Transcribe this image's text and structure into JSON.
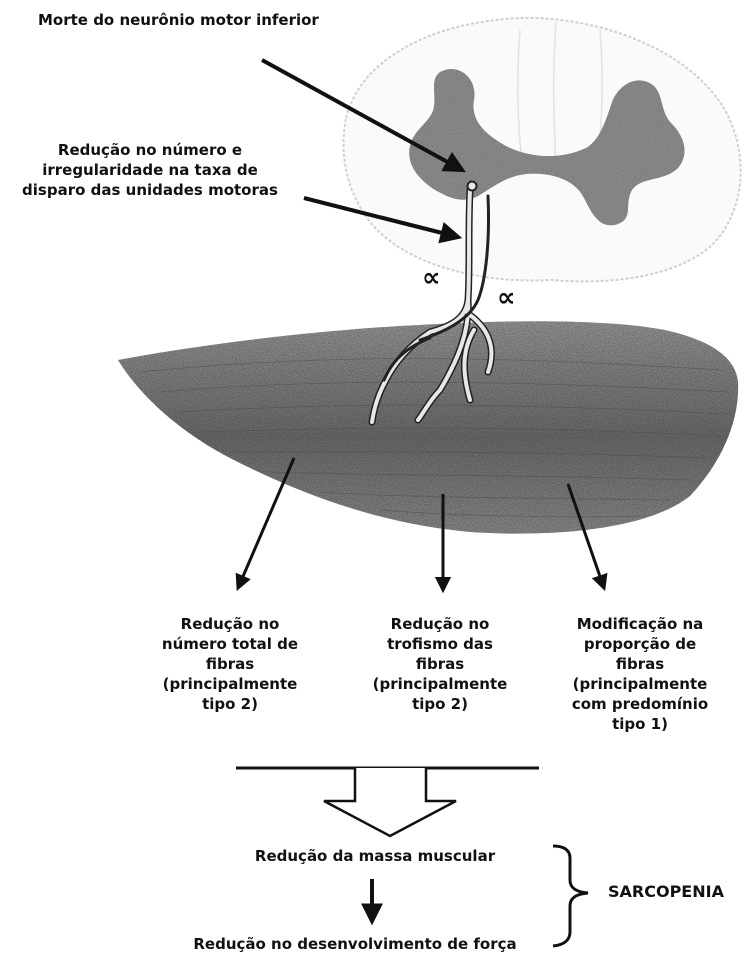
{
  "labels": {
    "motor_neuron_death": "Morte do neurônio motor inferior",
    "motor_units_reduction": [
      "Redução no número e",
      "irregularidade na taxa  de",
      "disparo das unidades motoras"
    ],
    "fiber_total": [
      "Redução no",
      "número total de",
      "fibras",
      "(principalmente",
      "tipo 2)"
    ],
    "fiber_trophism": [
      "Redução no",
      "trofismo das",
      "fibras",
      "(principalmente",
      "tipo 2)"
    ],
    "fiber_proportion": [
      "Modificação na",
      "proporção de",
      "fibras",
      "(principalmente",
      "com predomínio",
      "tipo 1)"
    ],
    "mass_reduction": "Redução da massa muscular",
    "force_reduction": "Redução no desenvolvimento de força",
    "sarcopenia": "SARCOPENIA",
    "alpha_symbol": "∝"
  },
  "colors": {
    "ink": "#111111",
    "spinal_cord_outline": "#cfcfcf",
    "grey_matter": "#8a8a8a",
    "muscle": "#777777",
    "nerve": "#e8e8e8"
  },
  "icons": [
    "spinal-cord-illustration",
    "muscle-illustration",
    "hollow-down-arrow-icon",
    "brace-icon"
  ]
}
